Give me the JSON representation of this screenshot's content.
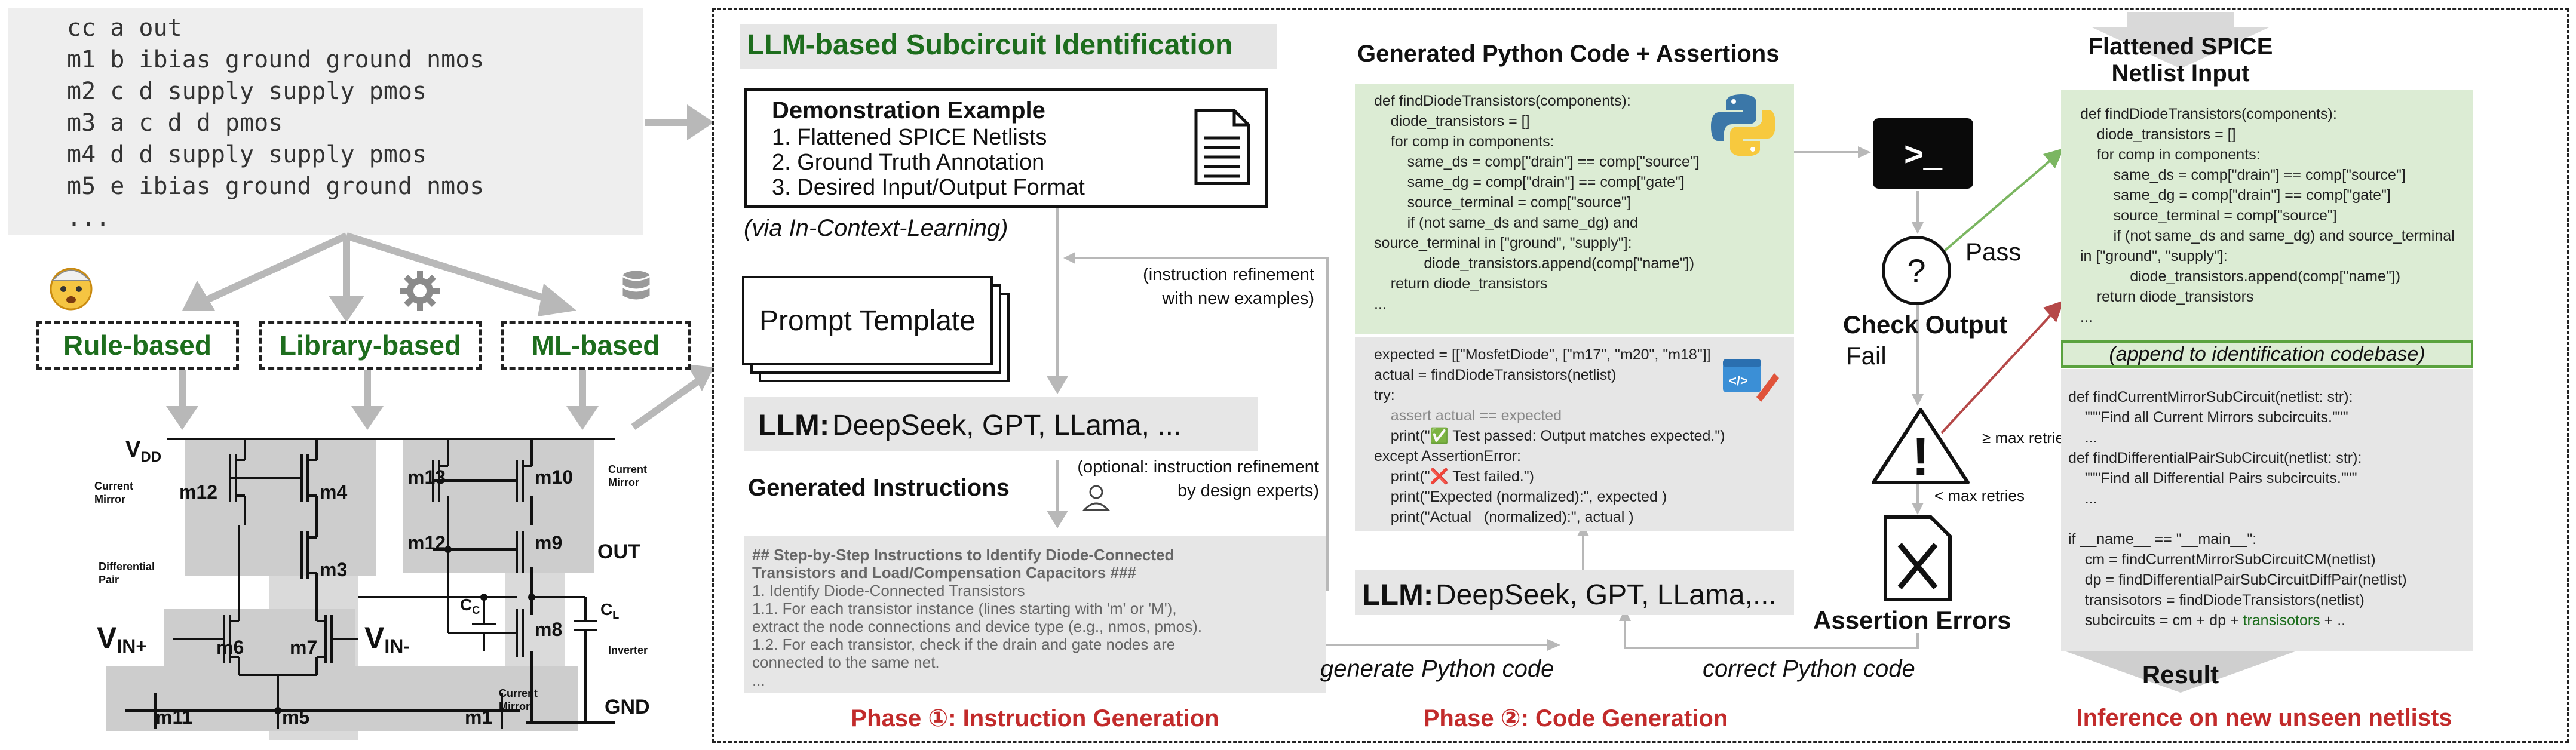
{
  "netlist": {
    "lines": [
      "cc a out",
      "m1 b ibias ground ground nmos",
      "m2 c d supply supply pmos",
      "m3 a c d d pmos",
      "m4 d d supply supply pmos",
      "m5 e ibias ground ground nmos",
      "..."
    ]
  },
  "methods": {
    "rule": "Rule-based",
    "library": "Library-based",
    "ml": "ML-based"
  },
  "circuit": {
    "vdd": "V",
    "vdd_sub": "DD",
    "gnd": "GND",
    "out": "OUT",
    "vin_plus": "V",
    "vin_plus_sub": "IN+",
    "vin_minus": "V",
    "vin_minus_sub": "IN-",
    "cc": "C",
    "cc_sub": "C",
    "cl": "C",
    "cl_sub": "L",
    "transistors": [
      "m12",
      "m4",
      "m3",
      "m6",
      "m7",
      "m11",
      "m5",
      "m1",
      "m13",
      "m10",
      "m12",
      "m9",
      "m8"
    ],
    "annotations": [
      "Current",
      "Mirror",
      "Differential",
      "Pair",
      "Current",
      "Mirror",
      "Inverter",
      "Current",
      "Mirror"
    ]
  },
  "phase1": {
    "title": "LLM-based Subcircuit Identification",
    "demo_title": "Demonstration Example",
    "demo_items": [
      "1. Flattened SPICE Netlists",
      "2. Ground Truth Annotation",
      "3. Desired Input/Output Format"
    ],
    "icl": "(via In-Context-Learning)",
    "prompt_template": "Prompt Template",
    "refine_note_1": "(instruction refinement",
    "refine_note_2": "with new examples)",
    "llm_label": "LLM:",
    "llm_models": "DeepSeek, GPT, LLama, ...",
    "generated_instructions": "Generated Instructions",
    "expert_note_1": "(optional: instruction refinement",
    "expert_note_2": "by design experts)",
    "instr_heading_1": "## Step-by-Step Instructions to Identify Diode-Connected",
    "instr_heading_2": "Transistors and Load/Compensation Capacitors ###",
    "instr_lines": [
      "1. Identify Diode-Connected Transistors",
      "1.1. For each transistor instance (lines starting with 'm' or 'M'),",
      "extract the node connections and device type (e.g., nmos, pmos).",
      "1.2. For each transistor, check if the drain and gate nodes are",
      "connected to the same net.",
      "..."
    ],
    "phase_label": "Phase ①: Instruction Generation"
  },
  "phase2": {
    "title": "Generated Python Code + Assertions",
    "code_lines": [
      "def findDiodeTransistors(components):",
      "    diode_transistors = []",
      "    for comp in components:",
      "        same_ds = comp[\"drain\"] == comp[\"source\"]",
      "        same_dg = comp[\"drain\"] == comp[\"gate\"]",
      "        source_terminal = comp[\"source\"]",
      "        if (not same_ds and same_dg) and",
      "source_terminal in [\"ground\", \"supply\"]:",
      "            diode_transistors.append(comp[\"name\"])",
      "    return diode_transistors",
      "..."
    ],
    "assert_lines": [
      "expected = [[\"MosfetDiode\", [\"m17\", \"m20\", \"m18\"]]",
      "actual = findDiodeTransistors(netlist)",
      "try:",
      "    assert actual == expected",
      "    print(\"✅ Test passed: Output matches expected.\")",
      "except AssertionError:",
      "    print(\"❌ Test failed.\")",
      "    print(\"Expected (normalized):\", expected )",
      "    print(\"Actual   (normalized):\", actual )"
    ],
    "llm_label": "LLM:",
    "llm_models": "DeepSeek, GPT, LLama,...",
    "generate_python": "generate  Python code",
    "correct_python": "correct Python code",
    "terminal_prompt": ">_",
    "check_q": "?",
    "pass": "Pass",
    "check_output": "Check Output",
    "fail": "Fail",
    "warning_mark": "!",
    "ge_max": "≥ max retries",
    "lt_max": "< max retries",
    "assertion_errors": "Assertion Errors",
    "phase_label": "Phase ②: Code Generation"
  },
  "phase3": {
    "title": "Flattened SPICE Netlist Input",
    "code_lines": [
      "def findDiodeTransistors(components):",
      "    diode_transistors = []",
      "    for comp in components:",
      "        same_ds = comp[\"drain\"] == comp[\"source\"]",
      "        same_dg = comp[\"drain\"] == comp[\"gate\"]",
      "        source_terminal = comp[\"source\"]",
      "        if (not same_ds and same_dg) and source_terminal",
      "in [\"ground\", \"supply\"]:",
      "            diode_transistors.append(comp[\"name\"])",
      "    return diode_transistors",
      "..."
    ],
    "append_note": "(append to identification codebase)",
    "lib_lines": [
      "def findCurrentMirrorSubCircuit(netlist: str):",
      "    \"\"\"Find all Current Mirrors subcircuits.\"\"\"",
      "    ...",
      "def findDifferentialPairSubCircuit(netlist: str):",
      "    \"\"\"Find all Differential Pairs subcircuits.\"\"\"",
      "    ...",
      "",
      "if __name__ == \"__main__\":",
      "    cm = findCurrentMirrorSubCircuitCM(netlist)",
      "    dp = findDifferentialPairSubCircuitDiffPair(netlist)",
      "    transisotors = findDiodeTransistors(netlist)"
    ],
    "subcircuits_prefix": "    subcircuits = cm + dp + ",
    "subcircuits_green": "transisotors",
    "subcircuits_suffix": " + ..",
    "result": "Result",
    "phase_label": "Inference on new unseen netlists"
  },
  "colors": {
    "green_title": "#1d6d1d",
    "phase_red": "#c22b2b",
    "code_green_bg": "#dcecd4",
    "panel_gray": "#e6e6e6",
    "arrow_gray": "#b8b8b8",
    "pass_arrow": "#7bb661",
    "fail_arrow": "#b54848",
    "circuit_block": "#c8c8c8"
  },
  "icons": [
    "emoji-face-icon",
    "gear-icon",
    "database-icon",
    "document-icon",
    "python-logo-icon",
    "terminal-icon",
    "question-icon",
    "warning-icon",
    "error-document-icon",
    "expert-user-icon",
    "code-edit-icon"
  ]
}
